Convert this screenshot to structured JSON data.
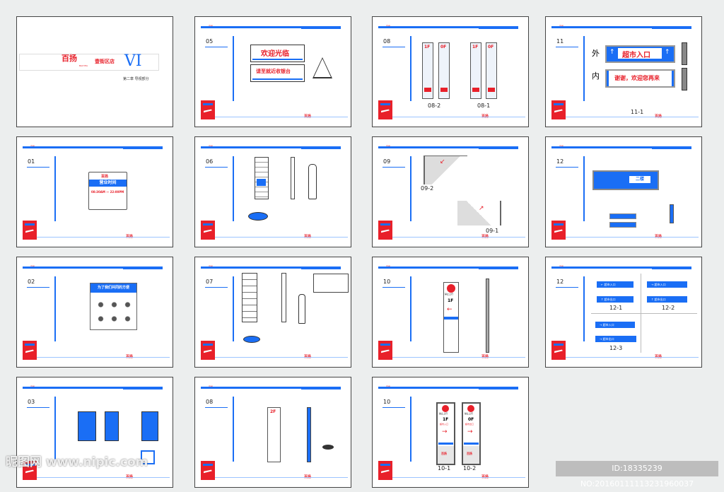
{
  "cover": {
    "brand": "百扬",
    "brand_en": "BAUYEA",
    "store": "壹街区店",
    "vi": "VI",
    "chapter": "第二章 导视部分"
  },
  "frame": {
    "logo": "百扬"
  },
  "cards": {
    "c05": {
      "num": "05",
      "sign1": "欢迎光临",
      "sign2": "请至就近收银台"
    },
    "c08a": {
      "num": "08",
      "f1": "1F",
      "f0": "0F",
      "lab1": "08-2",
      "lab2": "08-1"
    },
    "c11": {
      "num": "11",
      "outer": "外",
      "inner": "内",
      "sign1": "超市入口",
      "sign2": "谢谢，欢迎您再来",
      "lab": "11-1"
    },
    "c01": {
      "num": "01",
      "brand": "百扬",
      "title": "营业时间",
      "hours": "08:30AM — 22:00PM"
    },
    "c06": {
      "num": "06"
    },
    "c09": {
      "num": "09",
      "lab1": "09-2",
      "lab2": "09-1"
    },
    "c12a": {
      "num": "12",
      "sign": "二楼"
    },
    "c02": {
      "num": "02",
      "title": "为了我们共同的方便"
    },
    "c07": {
      "num": "07"
    },
    "c10a": {
      "num": "10",
      "no_up": "禁止上行",
      "floor": "1F"
    },
    "c12b": {
      "num": "12",
      "entry": "超市入口",
      "exit": "超市出口",
      "lab1": "12-1",
      "lab2": "12-2",
      "lab3": "12-3"
    },
    "c03": {
      "num": "03"
    },
    "c08b": {
      "num": "08",
      "floor": "2F"
    },
    "c10b": {
      "num": "10",
      "no_up": "禁止上行",
      "f1": "1F",
      "f0": "0F",
      "entry": "超市入口",
      "exit": "超市出口",
      "lab1": "10-1",
      "lab2": "10-2"
    }
  },
  "watermark": {
    "site": "昵图网 www.nipic.com",
    "id": "ID:18335239 NO:20160111113231960037"
  }
}
